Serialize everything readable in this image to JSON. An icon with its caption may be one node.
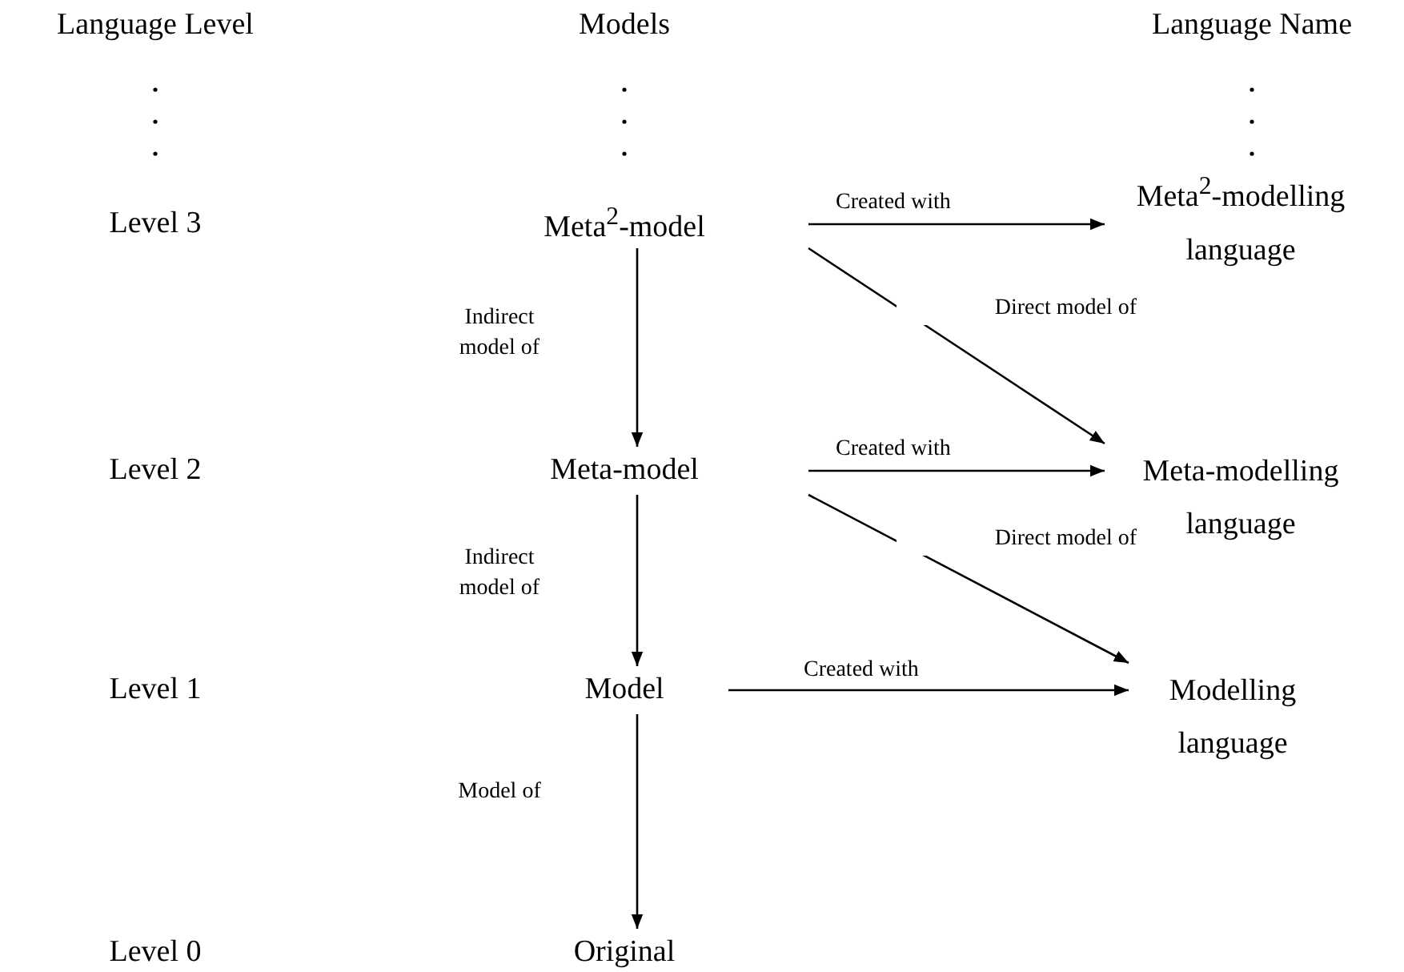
{
  "diagram": {
    "nodes": [
      {
        "text": [
          "Meta$^{2}$-model"
        ]
      },
      {
        "text": [
          "Meta-model"
        ]
      },
      {
        "text": [
          "Model"
        ]
      },
      {
        "text": [
          "Original"
        ]
      },
      {
        "text": [
          "Meta$^{2}$-modelling language"
        ]
      },
      {
        "text": [
          "Meta-modelling language"
        ]
      },
      {
        "text": [
          "Modelling language"
        ]
      }
    ],
    "edges": [
      {
        "from": 0,
        "to": 4,
        "arrow": "to",
        "label": "Created with"
      },
      {
        "from": 0,
        "to": 5,
        "arrow": "to",
        "label": "Direct model of"
      },
      {
        "from": 0,
        "to": 1,
        "arrow": "to",
        "label": "Indirect model of"
      },
      {
        "from": 1,
        "to": 5,
        "arrow": "to",
        "label": "Created with"
      },
      {
        "from": 1,
        "to": 6,
        "arrow": "to",
        "label": "Direct model of"
      },
      {
        "from": 1,
        "to": 2,
        "arrow": "to",
        "label": "Indirect model of"
      },
      {
        "from": 2,
        "to": 6,
        "arrow": "to",
        "label": "Created with"
      },
      {
        "from": 2,
        "to": 3,
        "arrow": "to",
        "label": "Model of"
      }
    ],
    "labels": [
      "Language Level",
      "Models",
      "Language Name",
      "Level 3",
      "Level 2",
      "Level 1",
      "Level 0"
    ]
  }
}
